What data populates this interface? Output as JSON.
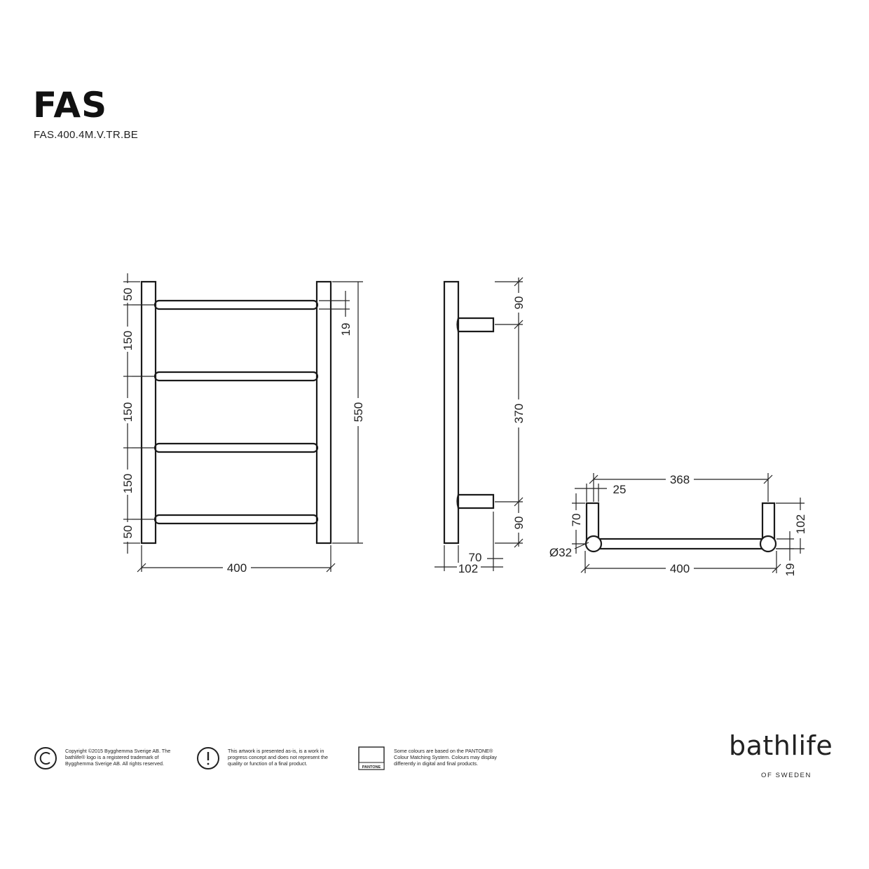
{
  "header": {
    "title": "FAS",
    "product_code": "FAS.400.4M.V.TR.BE"
  },
  "front_view": {
    "spacing_labels": [
      "50",
      "150",
      "150",
      "150",
      "50"
    ],
    "bar_diameter_label": "19",
    "height_label": "550",
    "width_label": "400"
  },
  "side_view": {
    "top_offset_label": "90",
    "bracket_spacing_label": "370",
    "bottom_offset_label": "90",
    "bracket_depth_label": "70",
    "total_depth_label": "102"
  },
  "top_view": {
    "center_width_label": "368",
    "rail_width_label": "25",
    "bracket_depth_label": "70",
    "diameter_label": "Ø32",
    "total_depth_label": "102",
    "bar_diameter_label": "19",
    "width_label": "400"
  },
  "footer": {
    "copyright_icon": "copyright-icon",
    "copyright_text": "Copyright ©2015 Bygghemma Sverige AB. The\nbathlife® logo is a registered trademark of\nBygghemma Sverige AB. All rights reserved.",
    "warning_icon": "exclamation-icon",
    "disclaimer_text": "This artwork is presented as-is, is a work in\nprogress concept and does not represent  the\nquality or function of a final product.",
    "pantone_label": "PANTONE",
    "pantone_text": "Some colours are based on the PANTONE®\nColour Matching System. Colours may display\ndifferently in digital and final products.",
    "brand_name": "bathlife",
    "brand_tagline": "OF SWEDEN"
  }
}
